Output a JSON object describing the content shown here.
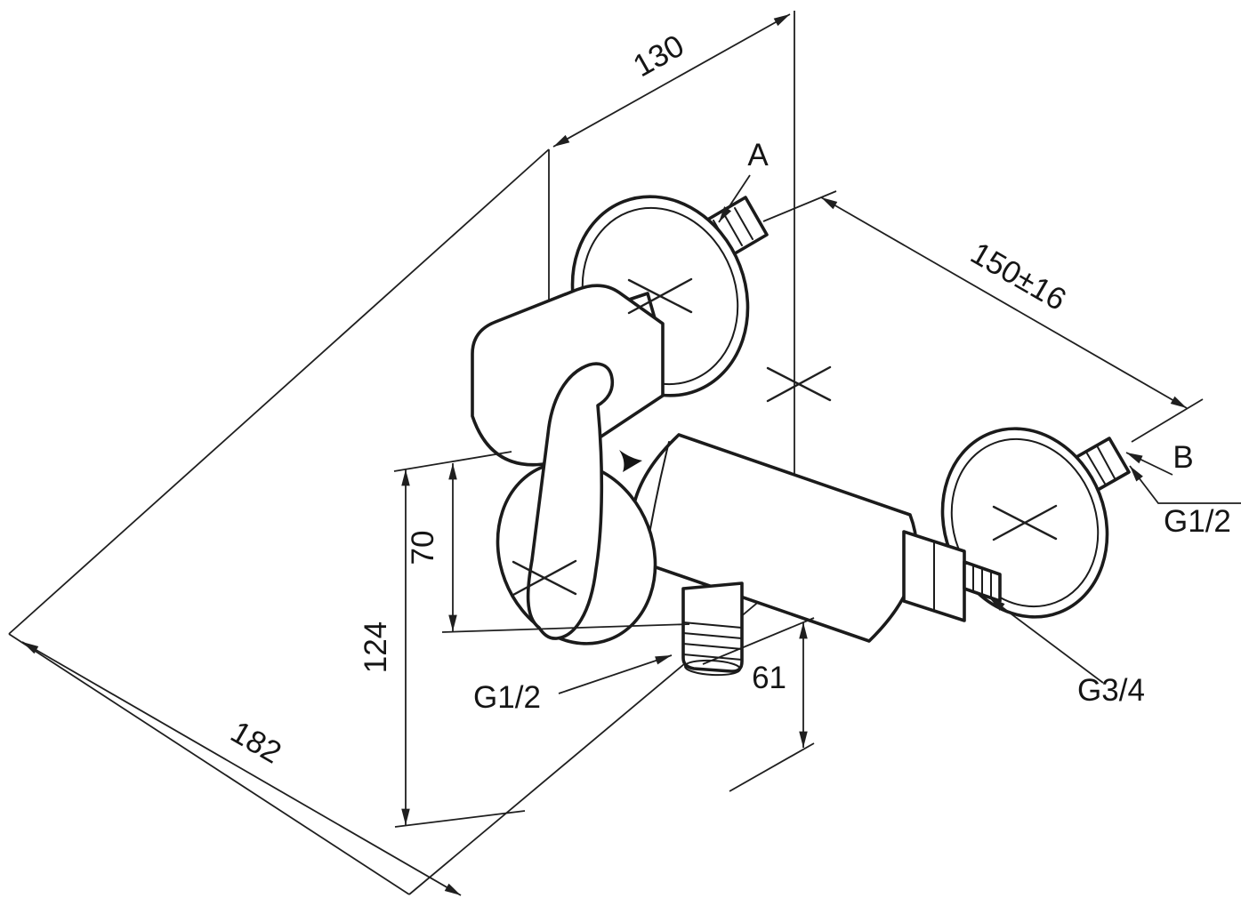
{
  "diagram": {
    "dim_width_top": "130",
    "dim_connection_spacing": "150±16",
    "dim_height_upper": "70",
    "dim_height_total": "124",
    "dim_outlet_offset": "61",
    "dim_width_bottom": "182",
    "label_connector_a": "A",
    "label_connector_b": "B",
    "thread_connector_b": "G1/2",
    "thread_shower_outlet": "G1/2",
    "thread_union_nut": "G3/4",
    "colors": {
      "line": "#1b1b1b",
      "background": "#ffffff"
    }
  }
}
